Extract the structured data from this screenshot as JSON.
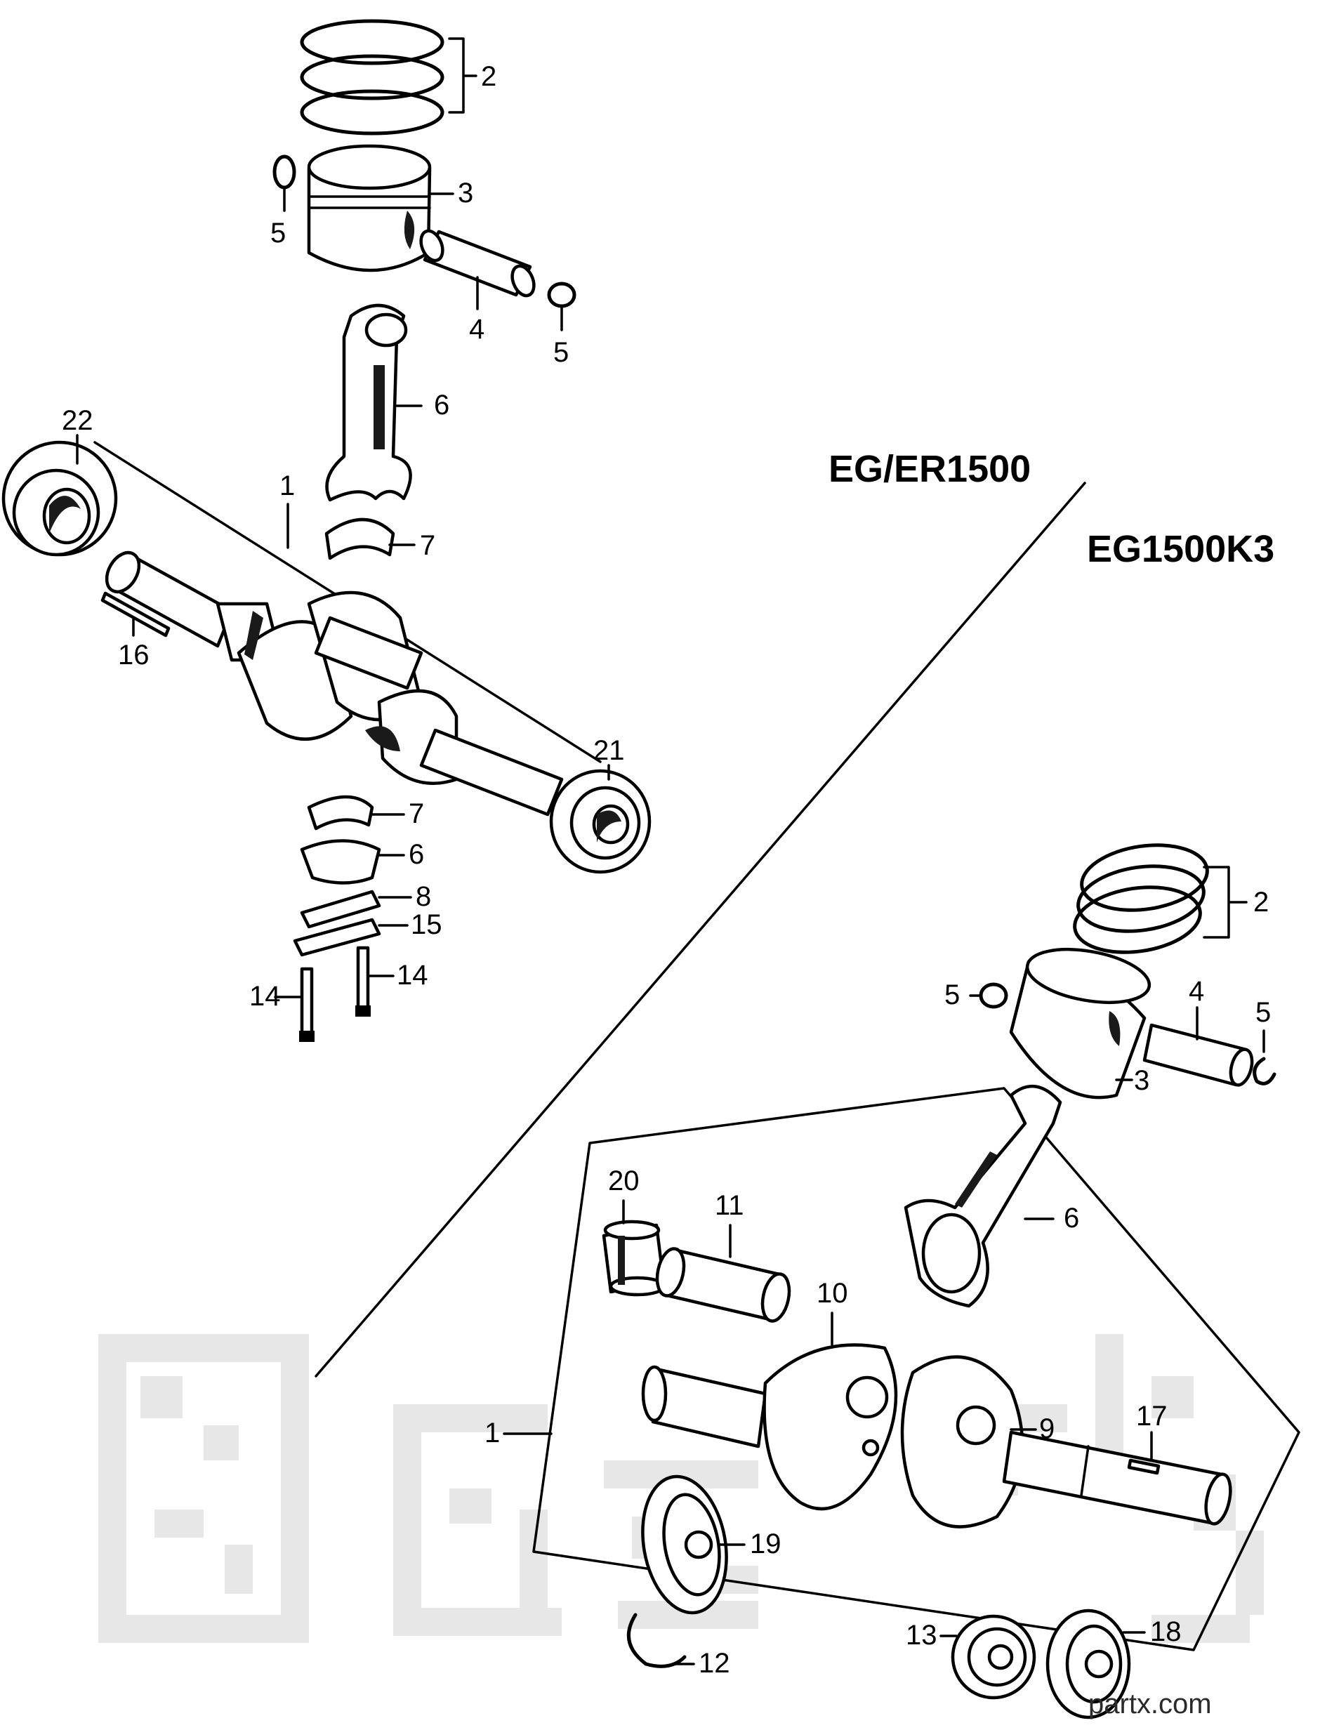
{
  "diagram": {
    "model_labels": [
      "EG/ER1500",
      "EG1500K3"
    ],
    "watermark": "partx.com",
    "callouts": {
      "n1": "1",
      "n2": "2",
      "n3": "3",
      "n4": "4",
      "n5": "5",
      "n6": "6",
      "n7": "7",
      "n8": "8",
      "n9": "9",
      "n10": "10",
      "n11": "11",
      "n12": "12",
      "n13": "13",
      "n14": "14",
      "n15": "15",
      "n16": "16",
      "n17": "17",
      "n18": "18",
      "n19": "19",
      "n20": "20",
      "n21": "21",
      "n22": "22"
    },
    "line_color": "#000000",
    "background": "#ffffff",
    "watermark_logo_color": "#e7e7e7"
  }
}
